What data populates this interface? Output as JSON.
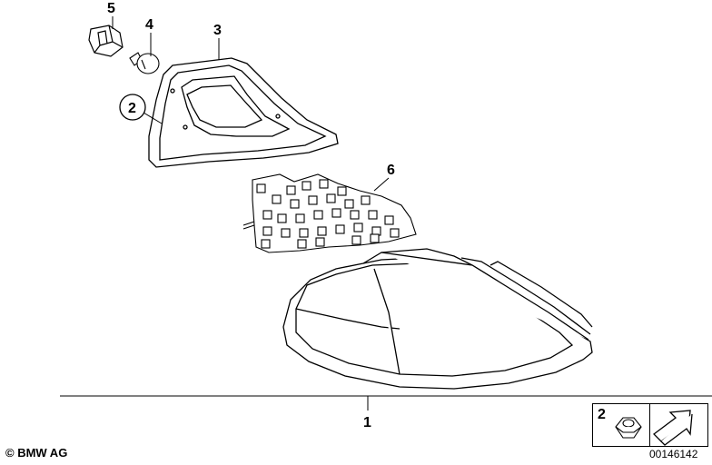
{
  "callouts": {
    "c1": "1",
    "c2": "2",
    "c3": "3",
    "c4": "4",
    "c5": "5",
    "c6": "6"
  },
  "inset": {
    "number": "2"
  },
  "footer": {
    "copyright": "© BMW AG",
    "diagram_id": "00146142"
  },
  "parts": {
    "p1": "tail-light-housing",
    "p2": "seal-gasket",
    "p3": "bulb-carrier-plate",
    "p4": "bulb",
    "p5": "bulb-socket",
    "p6": "led-circuit-board"
  }
}
